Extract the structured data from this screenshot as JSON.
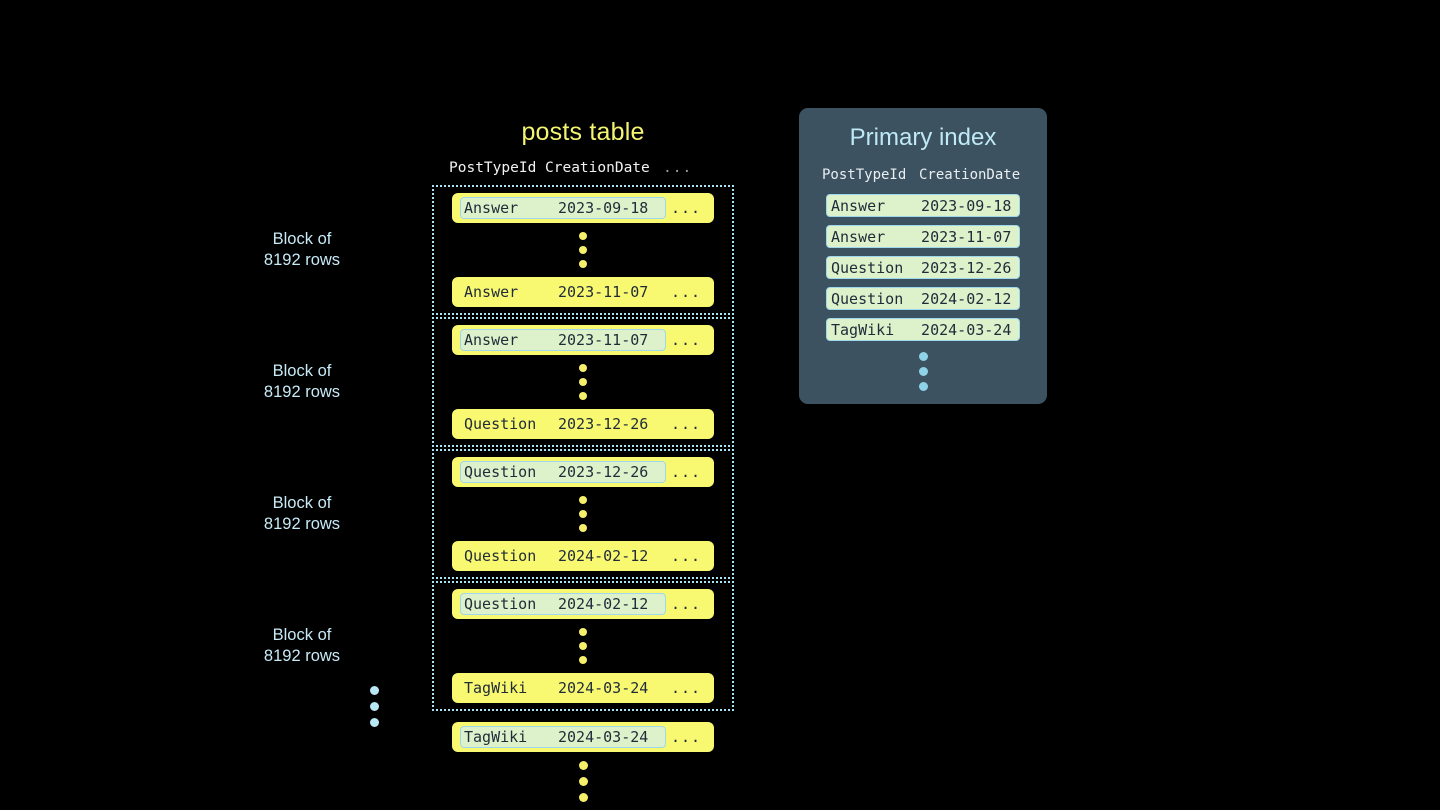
{
  "posts_table": {
    "title": "posts table",
    "columns": [
      "PostTypeId",
      "CreationDate",
      "..."
    ],
    "rest_cell": "...",
    "blocks": [
      {
        "label": "Block of\n8192 rows",
        "first_row": {
          "type": "Answer",
          "date": "2023-09-18",
          "highlighted": true
        },
        "last_row": {
          "type": "Answer",
          "date": "2023-11-07",
          "highlighted": false
        }
      },
      {
        "label": "Block of\n8192 rows",
        "first_row": {
          "type": "Answer",
          "date": "2023-11-07",
          "highlighted": true
        },
        "last_row": {
          "type": "Question",
          "date": "2023-12-26",
          "highlighted": false
        }
      },
      {
        "label": "Block of\n8192 rows",
        "first_row": {
          "type": "Question",
          "date": "2023-12-26",
          "highlighted": true
        },
        "last_row": {
          "type": "Question",
          "date": "2024-02-12",
          "highlighted": false
        }
      },
      {
        "label": "Block of\n8192 rows",
        "first_row": {
          "type": "Question",
          "date": "2024-02-12",
          "highlighted": true
        },
        "last_row": {
          "type": "TagWiki",
          "date": "2024-03-24",
          "highlighted": false
        }
      }
    ],
    "trailing_row": {
      "type": "TagWiki",
      "date": "2024-03-24",
      "highlighted": true
    }
  },
  "primary_index": {
    "title": "Primary index",
    "columns": [
      "PostTypeId",
      "CreationDate"
    ],
    "rows": [
      {
        "type": "Answer",
        "date": "2023-09-18"
      },
      {
        "type": "Answer",
        "date": "2023-11-07"
      },
      {
        "type": "Question",
        "date": "2023-12-26"
      },
      {
        "type": "Question",
        "date": "2024-02-12"
      },
      {
        "type": "TagWiki",
        "date": "2024-03-24"
      }
    ]
  },
  "colors": {
    "background": "#000000",
    "row_yellow": "#f9f871",
    "key_highlight": "#ddf2cb",
    "key_border": "#9fd8ec",
    "block_border": "#a9e2f2",
    "panel_bg": "#3d5260",
    "title_yellow": "#f4f571",
    "title_cyan": "#bfe9f6",
    "dot_yellow": "#f6ef6a",
    "dot_cyan": "#b9e8f5"
  }
}
